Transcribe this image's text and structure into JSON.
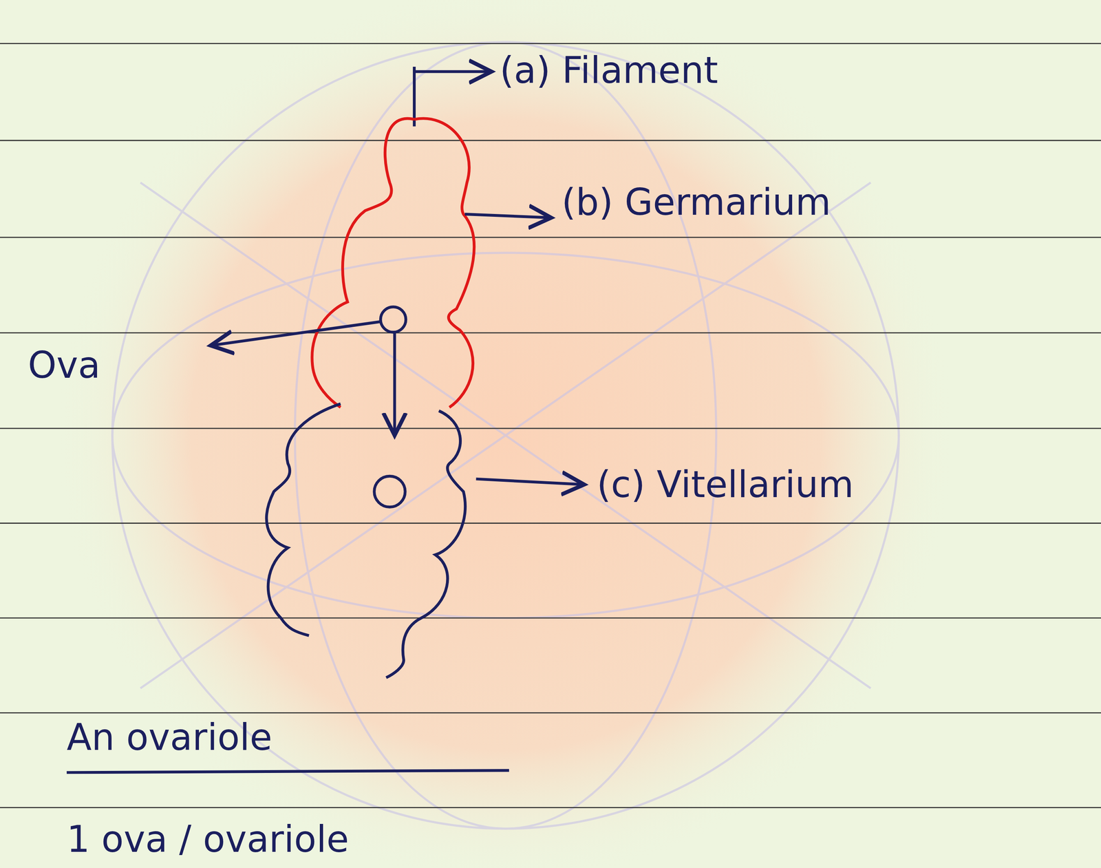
{
  "diagram": {
    "caption": "An ovariole",
    "labels": [
      "(a) Filament",
      "(b) Germarium",
      "Ova",
      "(c) Vitellarium",
      "1 ova / ovariole"
    ]
  }
}
